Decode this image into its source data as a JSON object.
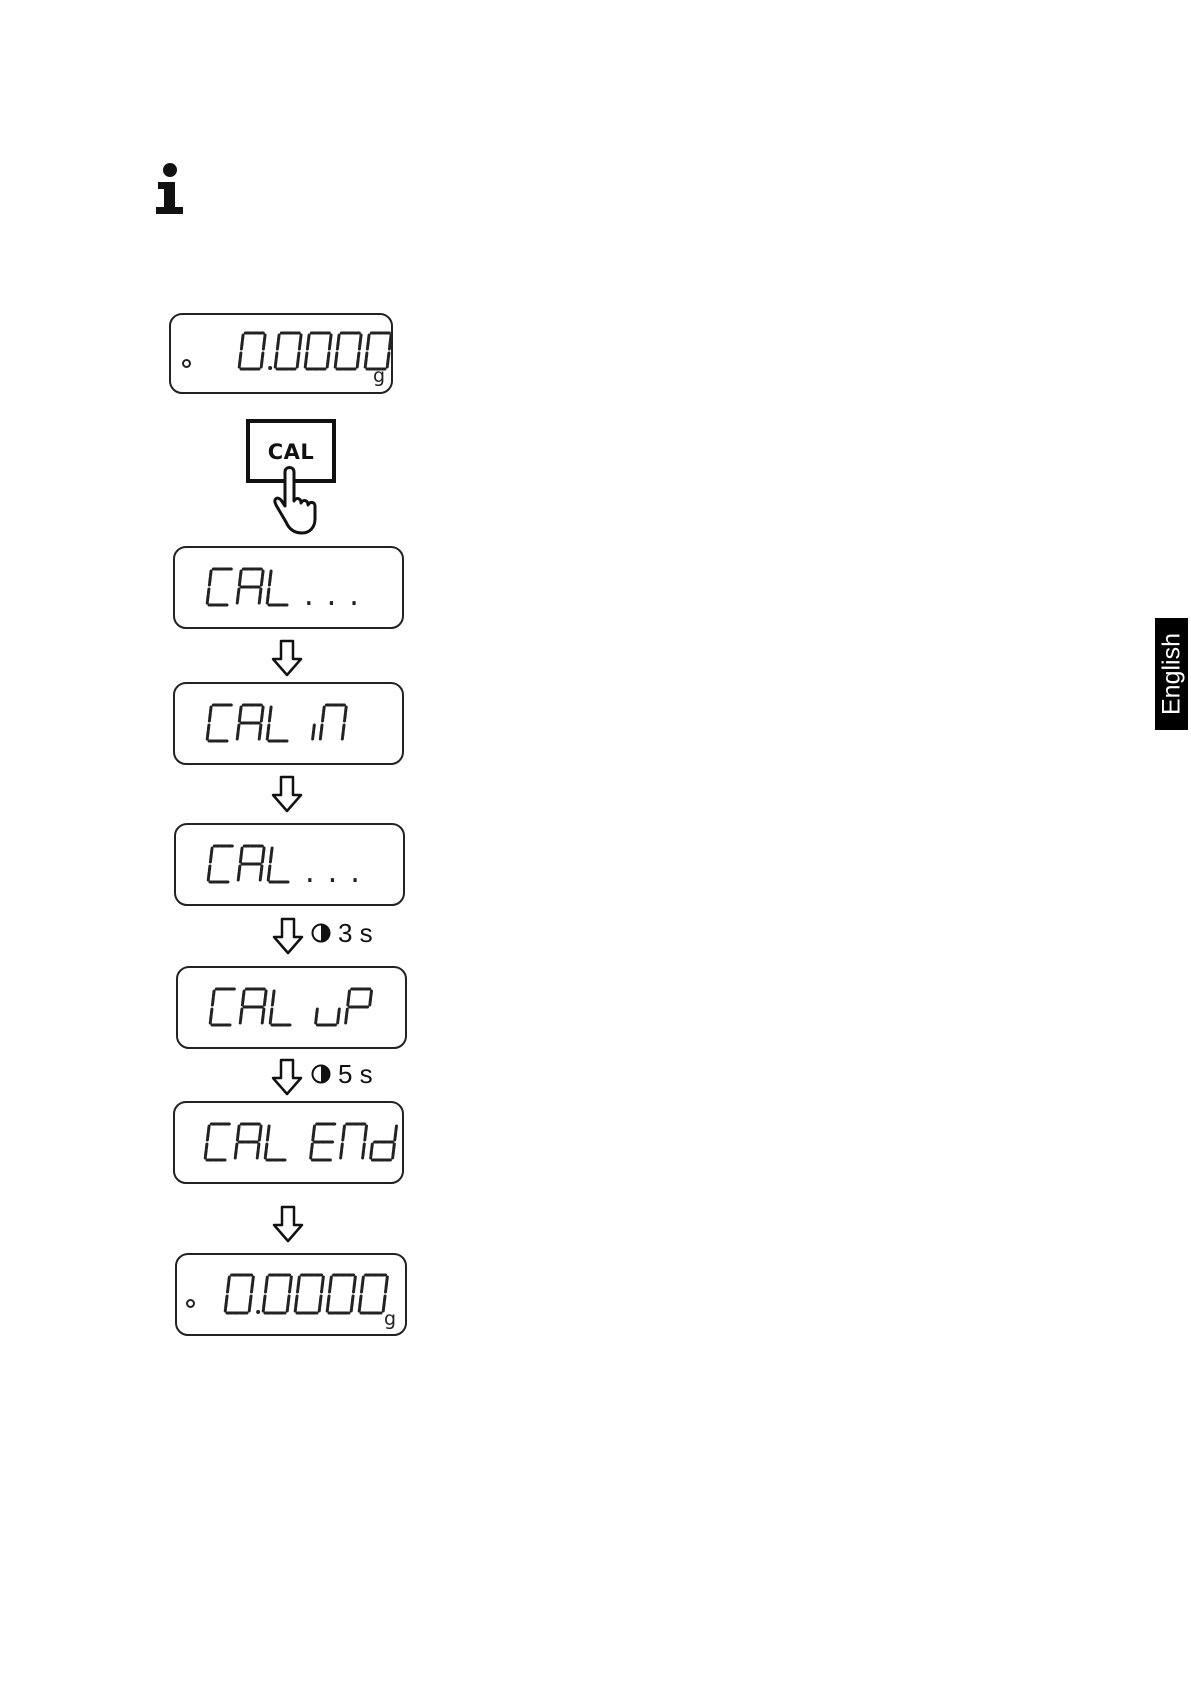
{
  "info_icon": "information-icon",
  "displays": [
    {
      "text": "0.0000",
      "unit": "g",
      "indicator": true
    },
    {
      "text": "CAL",
      "dots": "...",
      "unit": "",
      "indicator": false
    },
    {
      "text": "CAL in",
      "unit": "",
      "indicator": false
    },
    {
      "text": "CAL",
      "dots": "...",
      "unit": "",
      "indicator": false
    },
    {
      "text": "CAL uP",
      "unit": "",
      "indicator": false
    },
    {
      "text": "CAL EnD",
      "unit": "",
      "indicator": false
    },
    {
      "text": "0.0000",
      "unit": "g",
      "indicator": true
    }
  ],
  "key": {
    "label": "CAL",
    "icon": "hand-press-icon"
  },
  "timers": [
    {
      "label": "3 s",
      "icon": "clock-icon"
    },
    {
      "label": "5 s",
      "icon": "clock-icon"
    }
  ],
  "arrow_icon": "down-arrow-icon",
  "language_tab": {
    "label": "English"
  }
}
